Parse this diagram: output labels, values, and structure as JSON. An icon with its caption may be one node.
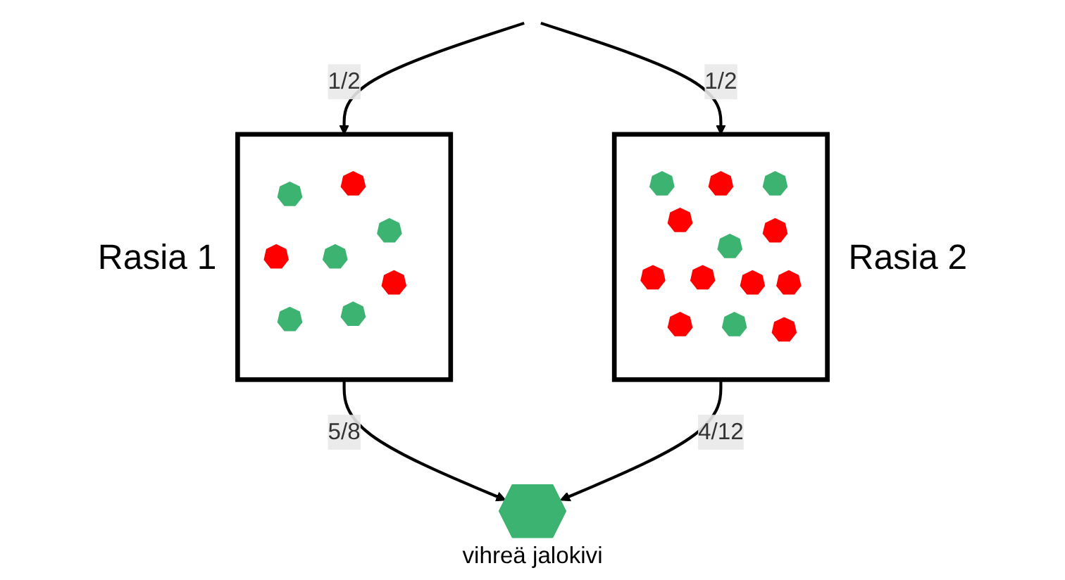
{
  "diagram": {
    "nodes": [
      {
        "text": [],
        "shape": "box",
        "beside": [
          "Rasia 1"
        ]
      },
      {
        "text": [],
        "shape": "box",
        "beside": [
          "Rasia 2"
        ]
      },
      {
        "text": [],
        "shape": "hexagon",
        "beside": [
          "vihreä jalokivi"
        ]
      }
    ],
    "edges": [
      {
        "from": null,
        "to": 0,
        "arrow": "to",
        "label": "1/2"
      },
      {
        "from": null,
        "to": 1,
        "arrow": "to",
        "label": "1/2"
      },
      {
        "from": 0,
        "to": 2,
        "arrow": "to",
        "label": "5/8"
      },
      {
        "from": 1,
        "to": 2,
        "arrow": "to",
        "label": "4/12"
      }
    ]
  }
}
